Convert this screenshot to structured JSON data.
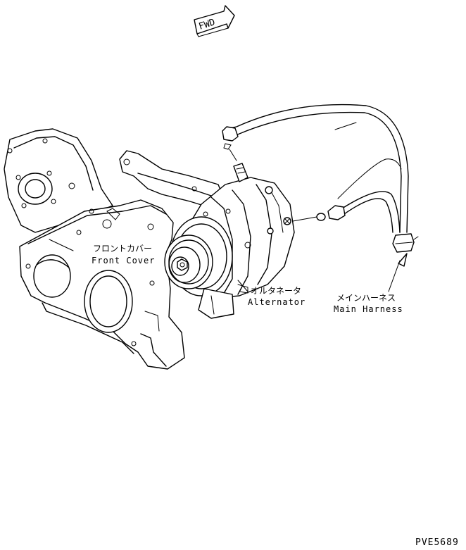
{
  "fwd_indicator": "FWD",
  "labels": {
    "front_cover_jp": "フロントカバー",
    "front_cover_en": "Front Cover",
    "alternator_jp": "オルタネータ",
    "alternator_en": "Alternator",
    "main_harness_jp": "メインハーネス",
    "main_harness_en": "Main Harness"
  },
  "drawing_code": "PVE5689"
}
